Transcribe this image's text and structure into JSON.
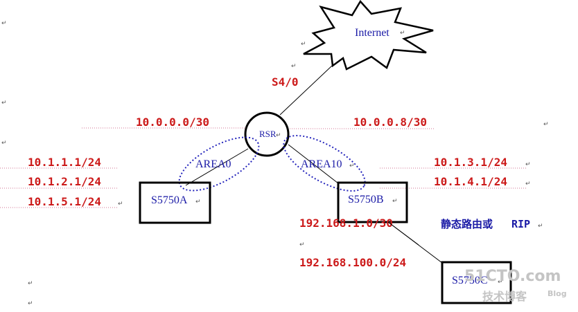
{
  "devices": {
    "internet": "Internet",
    "rsr": "RSR",
    "s5750a": "S5750A",
    "s5750b": "S5750B",
    "s5750c": "S5750C"
  },
  "interface": {
    "s40": "S4/0"
  },
  "networks": {
    "n10_0_0_0": "10.0.0.0/30",
    "n10_0_0_8": "10.0.0.8/30",
    "n10_1_1_1": "10.1.1.1/24",
    "n10_1_2_1": "10.1.2.1/24",
    "n10_1_5_1": "10.1.5.1/24",
    "n10_1_3_1": "10.1.3.1/24",
    "n10_1_4_1": "10.1.4.1/24",
    "n192_1_0": "192.168.1.0/30",
    "n192_100_0": "192.168.100.0/24"
  },
  "areas": {
    "area0": "AREA0",
    "area10": "AREA10"
  },
  "note": {
    "cn": "静态路由或",
    "rip": "RIP"
  },
  "watermark": {
    "line1": "51CTO.com",
    "line2": "技术博客",
    "line3": "Blog"
  },
  "colors": {
    "network_text": "#cc1a1a",
    "device_text": "#1a1aa6",
    "area_ellipse": "#2222bb",
    "guide_line": "#d07090"
  }
}
